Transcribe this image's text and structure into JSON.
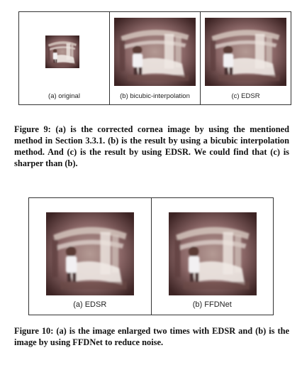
{
  "figure9": {
    "panels": [
      {
        "label": "(a) original"
      },
      {
        "label": "(b) bicubic-interpolation"
      },
      {
        "label": "(c) EDSR"
      }
    ],
    "caption": "Figure 9: (a) is the corrected cornea image by using the mentioned method in Section 3.3.1. (b) is the result by using a bicubic interpolation method. And (c) is the result by using EDSR. We could find that (c) is sharper than (b)."
  },
  "figure10": {
    "panels": [
      {
        "label": "(a) EDSR"
      },
      {
        "label": "(b) FFDNet"
      }
    ],
    "caption": "Figure 10: (a) is the image enlarged two times with EDSR and (b) is the image by using FFDNet to reduce noise."
  }
}
